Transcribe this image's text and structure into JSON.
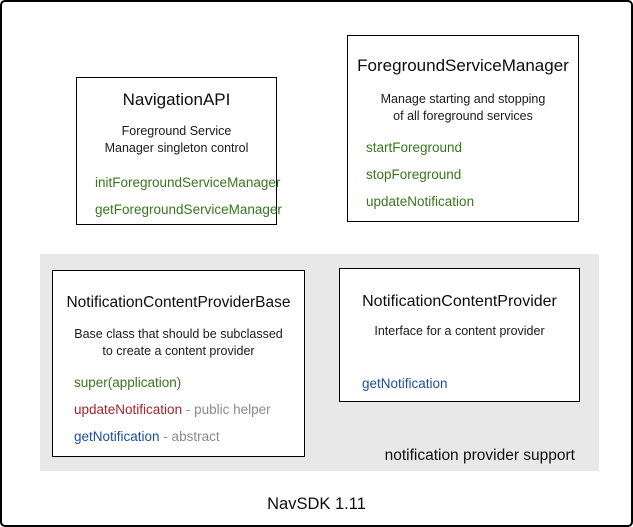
{
  "colors": {
    "method_green": "#38761d",
    "method_red": "#a3252e",
    "method_blue": "#1f4e9c",
    "suffix_gray": "#8a8a8a",
    "group_background": "#e8e8e8",
    "box_border": "#000000",
    "frame_border": "#000000"
  },
  "caption": "NavSDK 1.11",
  "group": {
    "label": "notification provider support"
  },
  "boxes": {
    "navigation_api": {
      "title": "NavigationAPI",
      "desc_line1": "Foreground Service",
      "desc_line2": "Manager singleton control",
      "methods": [
        {
          "name": "initForegroundServiceManager"
        },
        {
          "name": "getForegroundServiceManager"
        }
      ]
    },
    "foreground_service_manager": {
      "title": "ForegroundServiceManager",
      "desc_line1": "Manage starting and stopping",
      "desc_line2": "of all foreground services",
      "methods": [
        {
          "name": "startForeground"
        },
        {
          "name": "stopForeground"
        },
        {
          "name": "updateNotification"
        }
      ]
    },
    "notification_content_provider_base": {
      "title": "NotificationContentProviderBase",
      "desc_line1": "Base class that should be subclassed",
      "desc_line2": "to create a content provider",
      "methods": [
        {
          "name": "super(application)",
          "suffix": ""
        },
        {
          "name": "updateNotification",
          "suffix": " - public helper"
        },
        {
          "name": "getNotification",
          "suffix": " - abstract"
        }
      ]
    },
    "notification_content_provider": {
      "title": "NotificationContentProvider",
      "desc_line1": "Interface for a content provider",
      "methods": [
        {
          "name": "getNotification"
        }
      ]
    }
  }
}
